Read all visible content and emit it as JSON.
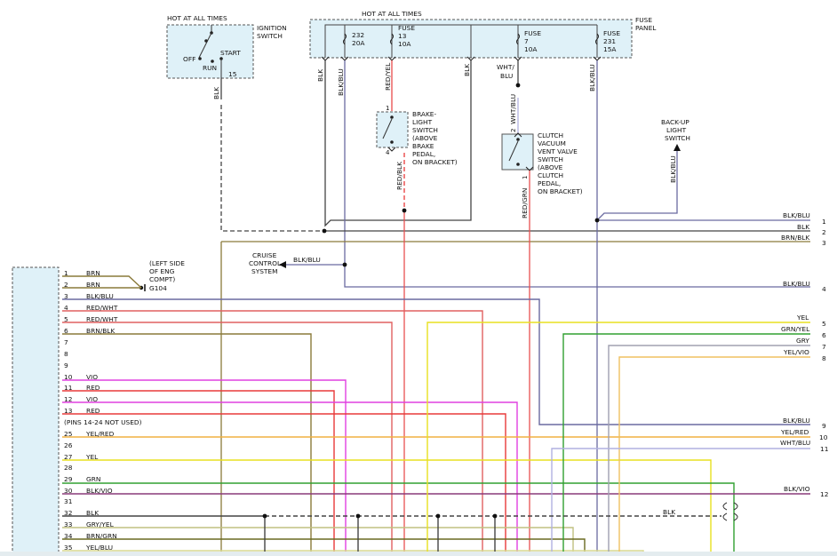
{
  "ignition": {
    "hot": "HOT AT ALL TIMES",
    "title_lines": [
      "IGNITION",
      "SWITCH"
    ],
    "off": "OFF",
    "start": "START",
    "run": "RUN",
    "terminal": "15",
    "out_wire": "BLK"
  },
  "fuse_panel": {
    "hot": "HOT AT ALL TIMES",
    "title_lines": [
      "FUSE",
      "PANEL"
    ],
    "fuses": [
      {
        "lines": [
          "232",
          "20A"
        ]
      },
      {
        "lines": [
          "FUSE",
          "13",
          "10A"
        ]
      },
      {
        "lines": [
          "FUSE",
          "7",
          "10A"
        ]
      },
      {
        "lines": [
          "FUSE",
          "231",
          "15A"
        ]
      }
    ],
    "wires": [
      "BLK",
      "BLK/BLU",
      "RED/YEL",
      "BLK",
      "WHT/",
      "BLU",
      "BLK/BLU"
    ]
  },
  "brake_switch": {
    "lines": [
      "BRAKE-",
      "LIGHT",
      "SWITCH",
      "(ABOVE",
      "BRAKE",
      "PEDAL,",
      "ON BRACKET)"
    ],
    "out_wire": "RED/BLK",
    "pin_top": "1",
    "pin_bottom": "4"
  },
  "clutch_switch": {
    "lines": [
      "CLUTCH",
      "VACUUM",
      "VENT VALVE",
      "SWITCH",
      "(ABOVE",
      "CLUTCH",
      "PEDAL,",
      "ON BRACKET)"
    ],
    "in_wire": "WHT/BLU",
    "out_wire": "RED/GRN",
    "pin_top": "2",
    "pin_bottom": "1"
  },
  "backup_switch": {
    "lines": [
      "BACK-UP",
      "LIGHT",
      "SWITCH"
    ],
    "wire": "BLK/BLU"
  },
  "cruise": {
    "lines": [
      "CRUISE",
      "CONTROL",
      "SYSTEM"
    ],
    "wire": "BLK/BLU"
  },
  "ground": {
    "lines": [
      "(LEFT SIDE",
      "OF ENG",
      "COMPT)"
    ],
    "id": "G104"
  },
  "right_outputs": [
    {
      "label": "BLK/BLU",
      "num": "1"
    },
    {
      "label": "BLK",
      "num": "2"
    },
    {
      "label": "BRN/BLK",
      "num": "3"
    },
    {
      "label": "BLK/BLU",
      "num": "4"
    },
    {
      "label": "YEL",
      "num": "5"
    },
    {
      "label": "GRN/YEL",
      "num": "6"
    },
    {
      "label": "GRY",
      "num": "7"
    },
    {
      "label": "YEL/VIO",
      "num": "8"
    },
    {
      "label": "BLK/BLU",
      "num": "9"
    },
    {
      "label": "YEL/RED",
      "num": "10"
    },
    {
      "label": "WHT/BLU",
      "num": "11"
    },
    {
      "label": "BLK/VIO",
      "num": "12"
    }
  ],
  "module_pins": [
    {
      "num": "1",
      "wire": "BRN"
    },
    {
      "num": "2",
      "wire": "BRN"
    },
    {
      "num": "3",
      "wire": "BLK/BLU"
    },
    {
      "num": "4",
      "wire": "RED/WHT"
    },
    {
      "num": "5",
      "wire": "RED/WHT"
    },
    {
      "num": "6",
      "wire": "BRN/BLK"
    },
    {
      "num": "7",
      "wire": ""
    },
    {
      "num": "8",
      "wire": ""
    },
    {
      "num": "9",
      "wire": ""
    },
    {
      "num": "10",
      "wire": "VIO"
    },
    {
      "num": "11",
      "wire": "RED"
    },
    {
      "num": "12",
      "wire": "VIO"
    },
    {
      "num": "13",
      "wire": "RED"
    },
    {
      "num": "25",
      "wire": "YEL/RED"
    },
    {
      "num": "26",
      "wire": ""
    },
    {
      "num": "27",
      "wire": "YEL"
    },
    {
      "num": "28",
      "wire": ""
    },
    {
      "num": "29",
      "wire": "GRN"
    },
    {
      "num": "30",
      "wire": "BLK/VIO"
    },
    {
      "num": "31",
      "wire": ""
    },
    {
      "num": "32",
      "wire": "BLK"
    },
    {
      "num": "33",
      "wire": "GRY/YEL"
    },
    {
      "num": "34",
      "wire": "BRN/GRN"
    },
    {
      "num": "35",
      "wire": "YEL/BLU"
    }
  ],
  "pins_note": "(PINS 14-24 NOT USED)",
  "blk_right_label": "BLK",
  "colors": {
    "blk": "#444444",
    "brn": "#8a7a3a",
    "blkblu": "#6a6aa0",
    "red": "#e83a3a",
    "redwht": "#e06060",
    "vio": "#e040e0",
    "yel": "#e8e020",
    "yelred": "#f0b040",
    "grn": "#30a030",
    "gry": "#a0a0b0",
    "whtblu": "#b0b0e0",
    "blkvio": "#8a3a7a",
    "box_fill": "#dff1f8"
  }
}
